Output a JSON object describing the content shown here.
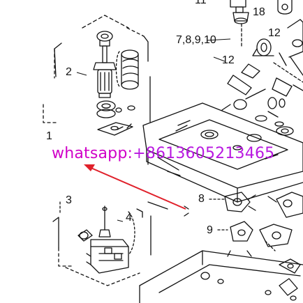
{
  "callouts": {
    "c11": "11",
    "c18": "18",
    "c12_top": "12",
    "c7_8_9_10": "7,8,9,10",
    "c12_mid": "12",
    "c2": "2",
    "c1": "1",
    "c3": "3",
    "c4": "4",
    "c8": "8",
    "c9": "9"
  },
  "watermark": {
    "prefix": "whatsapp:",
    "number": "+8613605213465"
  },
  "colors": {
    "line": "#111111",
    "watermark_magenta": "#d400d4",
    "arrow_red": "#e0202a"
  }
}
